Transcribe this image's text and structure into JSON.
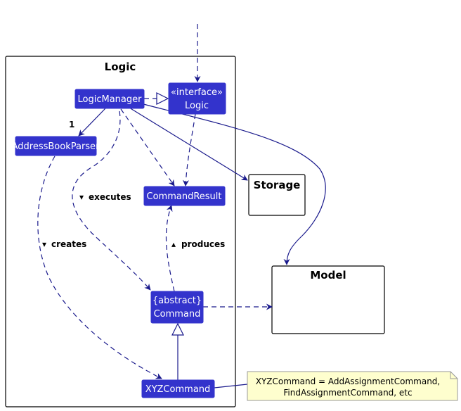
{
  "packages": {
    "logic": "Logic",
    "storage": "Storage",
    "model": "Model"
  },
  "classes": {
    "logic_manager": "LogicManager",
    "interface_stereo": "«interface»",
    "interface_name": "Logic",
    "parser": "AddressBookParser",
    "command_result": "CommandResult",
    "abstract_stereo": "{abstract}",
    "command": "Command",
    "xyz": "XYZCommand"
  },
  "edges": {
    "multiplicity": "1",
    "executes": "executes",
    "creates": "creates",
    "produces": "produces"
  },
  "note": {
    "line1": "XYZCommand = AddAssignmentCommand,",
    "line2": "FindAssignmentCommand, etc"
  },
  "colors": {
    "class_fill": "#3333cc",
    "edge": "#1a1a8c",
    "note_fill": "#fefece"
  }
}
